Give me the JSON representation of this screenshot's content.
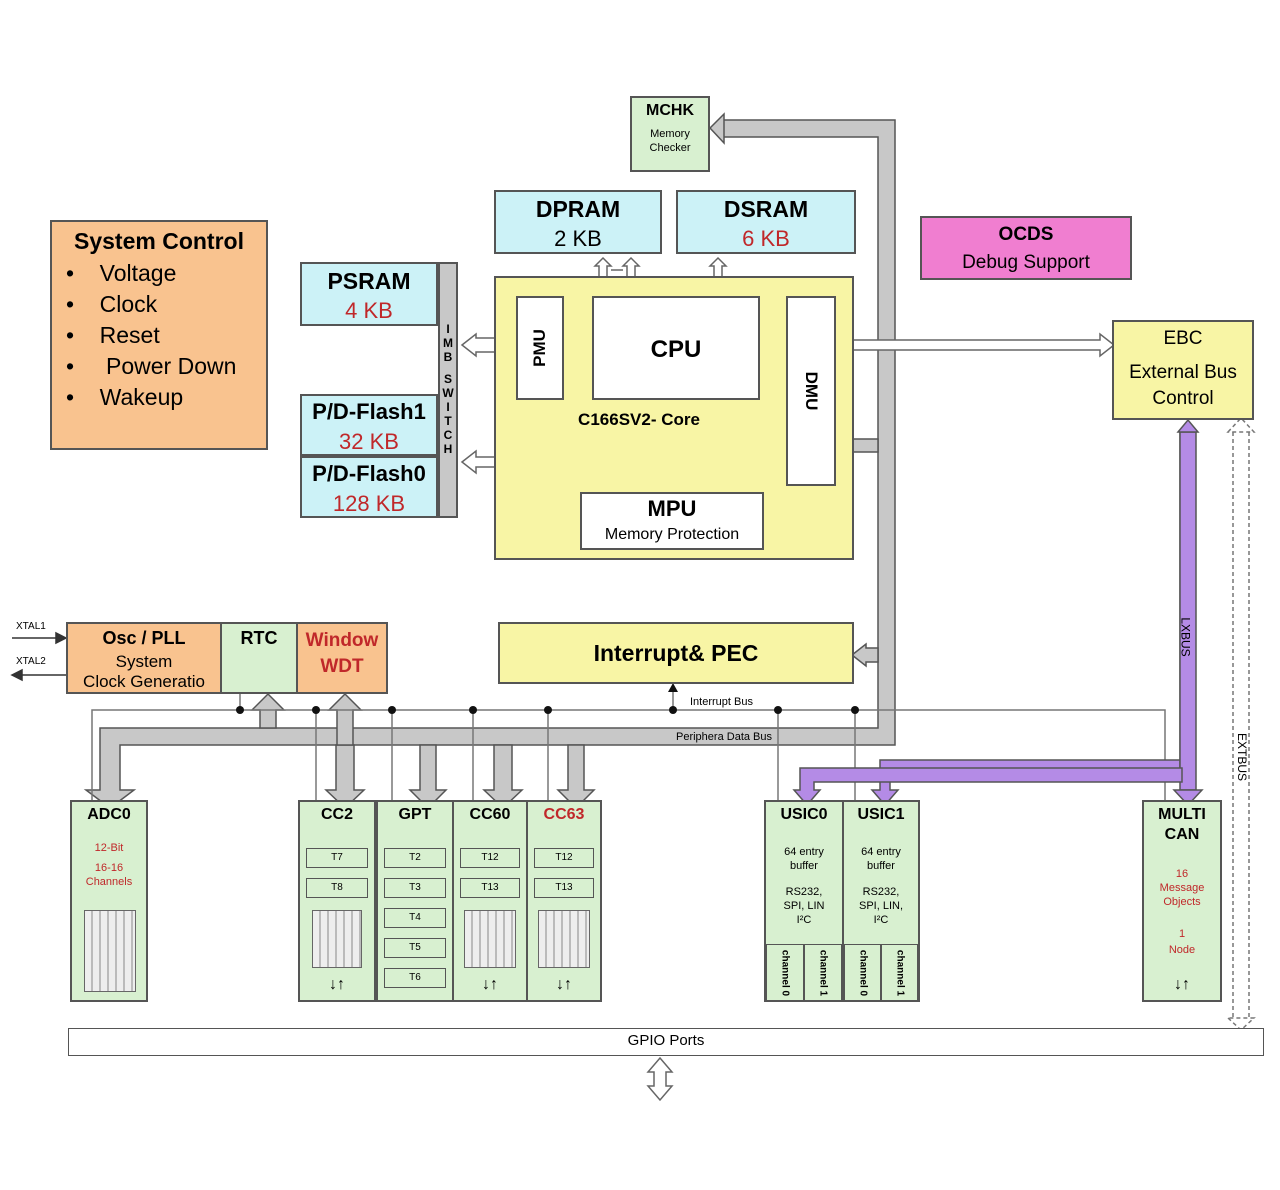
{
  "colors": {
    "orange": "#f9c38f",
    "cyan": "#ccf2f7",
    "yellow": "#f8f5a5",
    "green": "#d8f0d0",
    "pink": "#f07ed0",
    "bus_gray": "#c8c8c8",
    "lxbus": "#b48be6",
    "red_text": "#c0282a"
  },
  "system_control": {
    "title": "System Control",
    "items": [
      "Voltage",
      "Clock",
      "Reset",
      "Power Down",
      "Wakeup"
    ]
  },
  "mchk": {
    "title": "MCHK",
    "sub1": "Memory",
    "sub2": "Checker"
  },
  "dpram": {
    "title": "DPRAM",
    "size": "2 KB"
  },
  "dsram": {
    "title": "DSRAM",
    "size": "6 KB"
  },
  "ocds": {
    "title": "OCDS",
    "sub": "Debug Support"
  },
  "psram": {
    "title": "PSRAM",
    "size": "4 KB"
  },
  "flash1": {
    "title": "P/D-Flash1",
    "size": "32 KB"
  },
  "flash0": {
    "title": "P/D-Flash0",
    "size": "128 KB"
  },
  "imb_switch": [
    "I",
    "M",
    "B",
    "S",
    "W",
    "I",
    "T",
    "C",
    "H"
  ],
  "core": {
    "pmu": "PMU",
    "cpu": "CPU",
    "dmu": "DMU",
    "label": "C166SV2- Core",
    "mpu": "MPU",
    "mpu_sub": "Memory Protection"
  },
  "ebc": {
    "title": "EBC",
    "sub1": "External Bus",
    "sub2": "Control"
  },
  "interrupt": {
    "title": "Interrupt& PEC"
  },
  "osc": {
    "title": "Osc / PLL",
    "sub1": "System",
    "sub2": "Clock Generatio"
  },
  "rtc": {
    "title": "RTC"
  },
  "wdt": {
    "line1": "Window",
    "line2": "WDT"
  },
  "pins": {
    "xtal1": "XTAL1",
    "xtal2": "XTAL2"
  },
  "buses": {
    "interrupt_bus": "Interrupt Bus",
    "peripheral_bus": "Periphera Data Bus",
    "lxbus": "LXBUS",
    "extbus": "EXTBUS"
  },
  "adc0": {
    "title": "ADC0",
    "sub1": "12-Bit",
    "sub2": "16-16",
    "sub3": "Channels"
  },
  "cc2": {
    "title": "CC2",
    "timers": [
      "T7",
      "T8"
    ]
  },
  "gpt": {
    "title": "GPT",
    "timers": [
      "T2",
      "T3",
      "T4",
      "T5",
      "T6"
    ]
  },
  "cc60": {
    "title": "CC60",
    "timers": [
      "T12",
      "T13"
    ]
  },
  "cc63": {
    "title": "CC63",
    "timers": [
      "T12",
      "T13"
    ]
  },
  "usic0": {
    "title": "USIC0",
    "sub1": "64 entry",
    "sub2": "buffer",
    "sub3": "RS232,",
    "sub4": "SPI, LIN",
    "sub5": "I²C",
    "ch0": "channel 0",
    "ch1": "channel 1"
  },
  "usic1": {
    "title": "USIC1",
    "sub1": "64 entry",
    "sub2": "buffer",
    "sub3": "RS232,",
    "sub4": "SPI, LIN,",
    "sub5": "I²C",
    "ch0": "channel 0",
    "ch1": "channel 1"
  },
  "multican": {
    "title1": "MULTI",
    "title2": "CAN",
    "sub1": "16",
    "sub2": "Message",
    "sub3": "Objects",
    "sub4": "1",
    "sub5": "Node"
  },
  "gpio": {
    "title": "GPIO Ports"
  }
}
